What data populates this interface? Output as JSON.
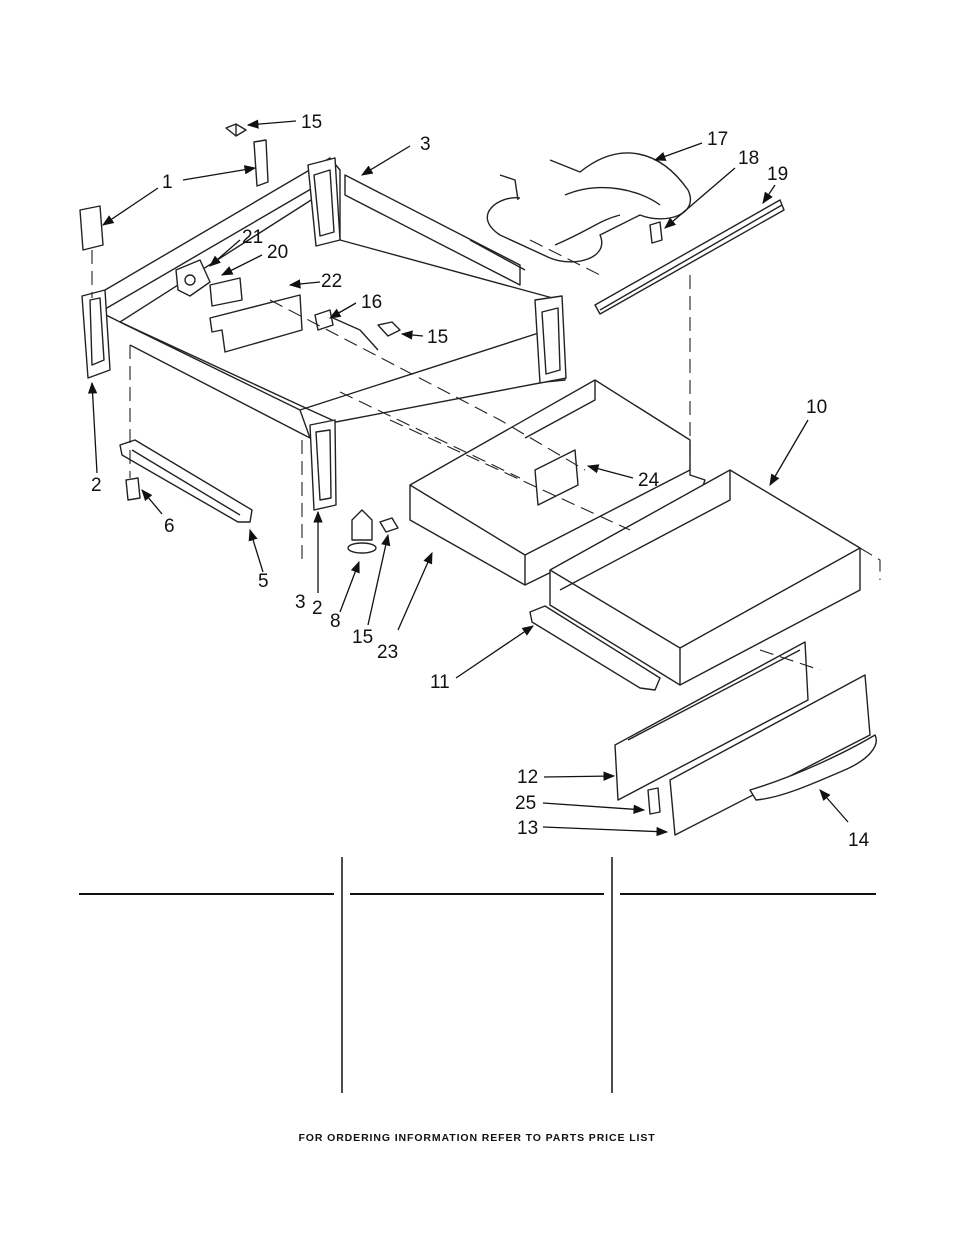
{
  "callouts": [
    "15",
    "1",
    "3",
    "17",
    "18",
    "19",
    "21",
    "20",
    "22",
    "16",
    "15",
    "2",
    "6",
    "5",
    "3",
    "2",
    "8",
    "15",
    "23",
    "24",
    "10",
    "11",
    "12",
    "25",
    "13",
    "14"
  ],
  "footer": "FOR ORDERING INFORMATION REFER TO PARTS PRICE LIST",
  "colors": {
    "ink": "#111111",
    "paper": "#ffffff"
  }
}
